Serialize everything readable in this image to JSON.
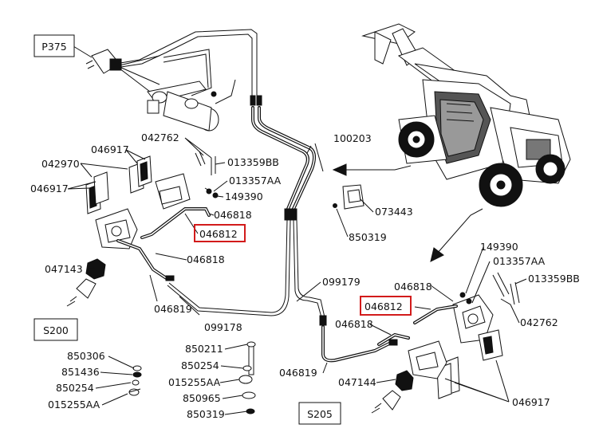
{
  "boxes": {
    "p375": "P375",
    "s200": "S200",
    "s205": "S205"
  },
  "labels": {
    "l042762a": "042762",
    "l046917a": "046917",
    "l042970": "042970",
    "l046917b": "046917",
    "l013359bba": "013359BB",
    "l013357aaa": "013357AA",
    "l149390a": "149390",
    "l046818a": "046818",
    "l046812a": "046812",
    "l046818b": "046818",
    "l047143": "047143",
    "l046819a": "046819",
    "l099178": "099178",
    "l100203": "100203",
    "l073443": "073443",
    "l850319a": "850319",
    "l099179": "099179",
    "l046818c": "046818",
    "l046812b": "046812",
    "l046818d": "046818",
    "l046819b": "046819",
    "l047144": "047144",
    "l149390b": "149390",
    "l013357aab": "013357AA",
    "l013359bbb": "013359BB",
    "l042762b": "042762",
    "l046917c": "046917",
    "l850306": "850306",
    "l851436": "851436",
    "l850254a": "850254",
    "l015255aaa": "015255AA",
    "l850211": "850211",
    "l850254b": "850254",
    "l015255aab": "015255AA",
    "l850965": "850965",
    "l850319b": "850319"
  },
  "colors": {
    "ink": "#111111",
    "highlight": "#d21b1b",
    "background": "#ffffff"
  }
}
